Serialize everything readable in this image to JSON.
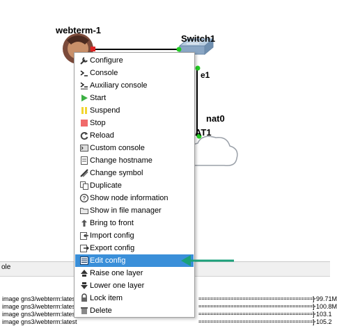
{
  "topology": {
    "nodes": {
      "webterm": {
        "name": "webterm-1"
      },
      "switch": {
        "name": "Switch1"
      },
      "nat": {
        "name": "nat0",
        "partial_label": "AT1"
      }
    },
    "links": {
      "switch_nat_port": "e1"
    }
  },
  "colors": {
    "menu_highlight": "#3a8fd9",
    "arrow": "#1aa07a",
    "link_dot_green": "#22cc22",
    "link_dot_red": "#dd2222"
  },
  "context_menu": {
    "items": [
      {
        "label": "Configure",
        "icon": "wrench-icon"
      },
      {
        "label": "Console",
        "icon": "terminal-icon"
      },
      {
        "label": "Auxiliary console",
        "icon": "auxiliary-terminal-icon"
      },
      {
        "label": "Start",
        "icon": "play-icon"
      },
      {
        "label": "Suspend",
        "icon": "pause-icon"
      },
      {
        "label": "Stop",
        "icon": "stop-icon"
      },
      {
        "label": "Reload",
        "icon": "reload-icon"
      },
      {
        "label": "Custom console",
        "icon": "custom-console-icon"
      },
      {
        "label": "Change hostname",
        "icon": "hostname-icon"
      },
      {
        "label": "Change symbol",
        "icon": "symbol-icon"
      },
      {
        "label": "Duplicate",
        "icon": "duplicate-icon"
      },
      {
        "label": "Show node information",
        "icon": "question-icon"
      },
      {
        "label": "Show in file manager",
        "icon": "file-manager-icon"
      },
      {
        "label": "Bring to front",
        "icon": "bring-to-front-icon"
      },
      {
        "label": "Import config",
        "icon": "import-icon"
      },
      {
        "label": "Export config",
        "icon": "export-icon"
      },
      {
        "label": "Edit config",
        "icon": "edit-config-icon",
        "selected": true
      },
      {
        "label": "Raise one layer",
        "icon": "raise-layer-icon"
      },
      {
        "label": "Lower one layer",
        "icon": "lower-layer-icon"
      },
      {
        "label": "Lock item",
        "icon": "lock-icon"
      },
      {
        "label": "Delete",
        "icon": "delete-icon"
      }
    ]
  },
  "console": {
    "title": "ole",
    "rows": [
      {
        "text": "image gns3/webterm:latest",
        "progress": "=======================================>",
        "size": "] 99.71M"
      },
      {
        "text": "image gns3/webterm:latest",
        "progress": "=======================================>",
        "size": "] 100.8M"
      },
      {
        "text": "image gns3/webterm:latest",
        "progress": "=======================================>",
        "size": "] 103.1"
      },
      {
        "text": "image gns3/webterm:latest",
        "progress": "=======================================>",
        "size": "] 105.2"
      }
    ]
  }
}
